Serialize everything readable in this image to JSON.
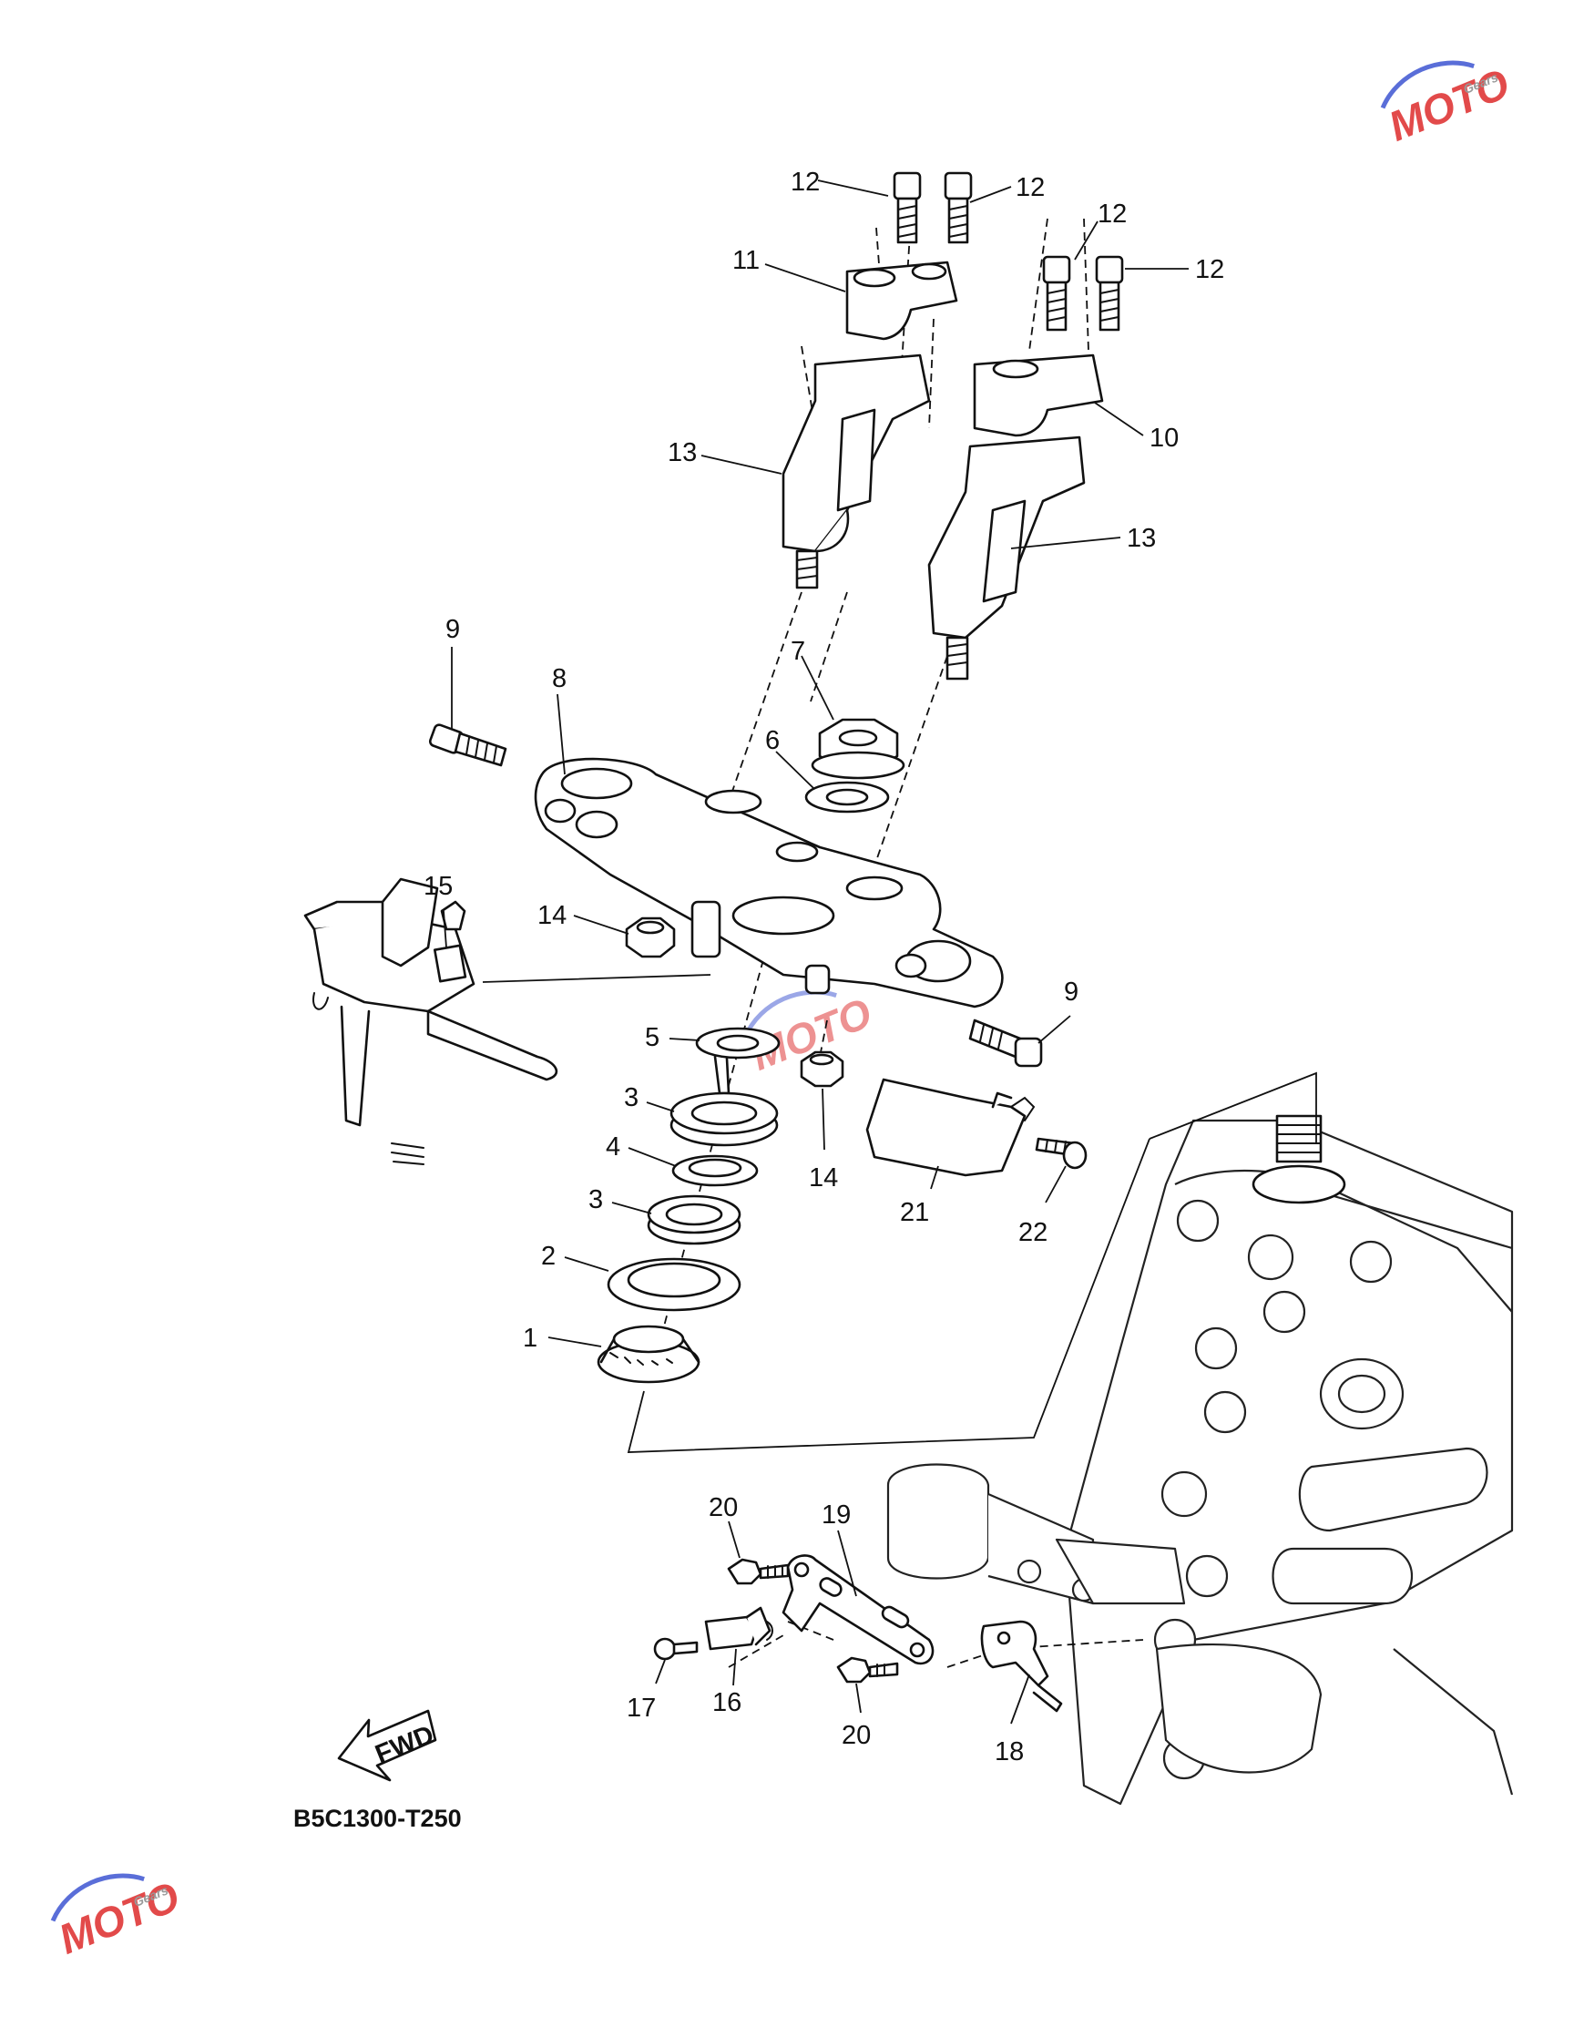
{
  "diagram": {
    "code": "B5C1300-T250",
    "fwd_label": "FWD",
    "watermark": {
      "text": "MOTO",
      "sub": "Gears",
      "accent": "#e24a4a",
      "accent2": "#5a6ed8"
    },
    "callouts": [
      {
        "id": "c12a",
        "text": "12"
      },
      {
        "id": "c12b",
        "text": "12"
      },
      {
        "id": "c12c",
        "text": "12"
      },
      {
        "id": "c12d",
        "text": "12"
      },
      {
        "id": "c11",
        "text": "11"
      },
      {
        "id": "c10",
        "text": "10"
      },
      {
        "id": "c13a",
        "text": "13"
      },
      {
        "id": "c13b",
        "text": "13"
      },
      {
        "id": "c9a",
        "text": "9"
      },
      {
        "id": "c9b",
        "text": "9"
      },
      {
        "id": "c8",
        "text": "8"
      },
      {
        "id": "c7",
        "text": "7"
      },
      {
        "id": "c6",
        "text": "6"
      },
      {
        "id": "c15",
        "text": "15"
      },
      {
        "id": "c14a",
        "text": "14"
      },
      {
        "id": "c14b",
        "text": "14"
      },
      {
        "id": "c5",
        "text": "5"
      },
      {
        "id": "c3a",
        "text": "3"
      },
      {
        "id": "c4",
        "text": "4"
      },
      {
        "id": "c3b",
        "text": "3"
      },
      {
        "id": "c2",
        "text": "2"
      },
      {
        "id": "c1",
        "text": "1"
      },
      {
        "id": "c21",
        "text": "21"
      },
      {
        "id": "c22",
        "text": "22"
      },
      {
        "id": "c20a",
        "text": "20"
      },
      {
        "id": "c19",
        "text": "19"
      },
      {
        "id": "c17",
        "text": "17"
      },
      {
        "id": "c16",
        "text": "16"
      },
      {
        "id": "c20b",
        "text": "20"
      },
      {
        "id": "c18",
        "text": "18"
      }
    ]
  }
}
